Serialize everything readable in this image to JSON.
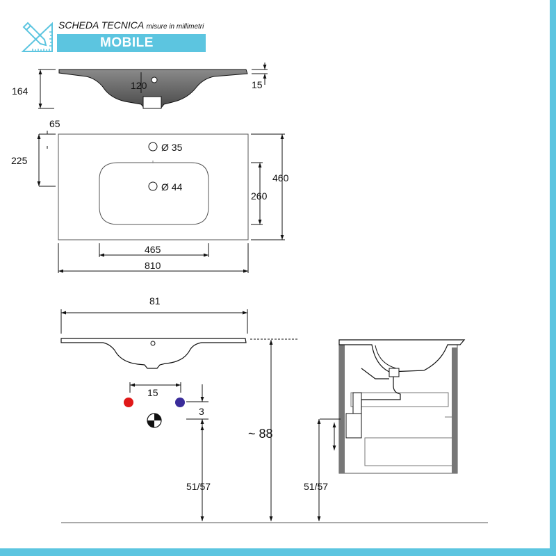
{
  "header": {
    "title": "SCHEDA TECNICA",
    "subtitle": "misure in millimetri",
    "badge": "MOBILE",
    "logo_icon": "ruler-pencil-icon"
  },
  "colors": {
    "accent": "#5cc5e0",
    "hot_water": "#e01818",
    "cold_water": "#3a2c9a",
    "line": "#111111"
  },
  "side_view": {
    "height": "164",
    "tap_hole_offset": "120",
    "rim_thickness": "15"
  },
  "top_view": {
    "tap_hole_diameter": "Ø 35",
    "drain_diameter": "Ø 44",
    "rim_to_axis": "65",
    "axis_depth": "225",
    "total_depth": "460",
    "bowl_depth": "260",
    "bowl_width": "465",
    "total_width": "810"
  },
  "install_front": {
    "width": "81",
    "supply_spacing": "15",
    "drain_offset": "3",
    "approx_height": "~ 88",
    "drain_height": "51/57"
  },
  "install_side": {
    "drain_height": "51/57"
  }
}
